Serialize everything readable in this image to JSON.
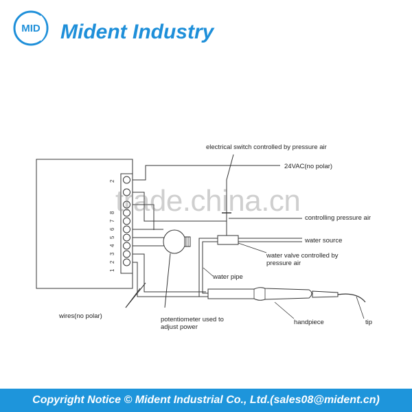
{
  "header": {
    "logo_text": "MID",
    "brand": "Mident Industry",
    "brand_color": "#1e8fd9"
  },
  "diagram": {
    "labels": {
      "electrical_switch": "electrical switch controlled by pressure air",
      "power": "24VAC(no polar)",
      "controlling_air": "controlling pressure air",
      "water_source": "water source",
      "water_valve_line1": "water valve controlled by",
      "water_valve_line2": "pressure air",
      "water_pipe": "water pipe",
      "wires": "wires(no polar)",
      "pot_line1": "potentiometer used to",
      "pot_line2": "adjust power",
      "handpiece": "handpiece",
      "tip": "tip"
    },
    "terminals": [
      "1",
      "2",
      "3",
      "4",
      "5",
      "6",
      "7",
      "8",
      "2"
    ]
  },
  "watermark": "trade.china.cn",
  "footer": {
    "text": "Copyright Notice © Mident Industrial Co., Ltd.(sales08@mident.cn)",
    "bg_color": "#1e95db"
  }
}
